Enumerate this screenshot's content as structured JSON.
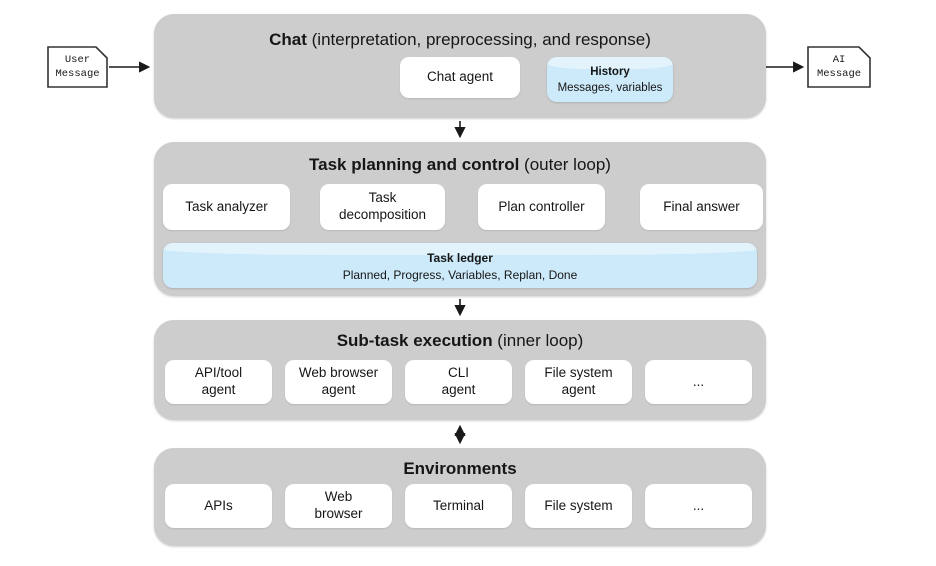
{
  "palette": {
    "container_gray": "#cdcdcd",
    "card_white": "#ffffff",
    "accent_blue": "#cdeafa",
    "accent_blue_light": "#e2f3fc",
    "line_black": "#1a1a1a"
  },
  "io": {
    "user_message": "User\nMessage",
    "ai_message": "AI\nMessage"
  },
  "chat": {
    "title_bold": "Chat",
    "title_rest": " (interpretation, preprocessing, and response)",
    "agent_label": "Chat agent",
    "history_title": "History",
    "history_subtitle": "Messages, variables"
  },
  "planning": {
    "title_bold": "Task planning and control",
    "title_rest": " (outer loop)",
    "steps": [
      "Task analyzer",
      "Task\ndecomposition",
      "Plan controller",
      "Final answer"
    ],
    "ledger_title": "Task ledger",
    "ledger_subtitle": "Planned, Progress, Variables, Replan, Done"
  },
  "subtask": {
    "title_bold": "Sub-task execution",
    "title_rest": " (inner loop)",
    "agents": [
      "API/tool\nagent",
      "Web browser\nagent",
      "CLI\nagent",
      "File system\nagent",
      "..."
    ]
  },
  "environments": {
    "title_bold": "Environments",
    "title_rest": "",
    "items": [
      "APIs",
      "Web\nbrowser",
      "Terminal",
      "File system",
      "..."
    ]
  }
}
